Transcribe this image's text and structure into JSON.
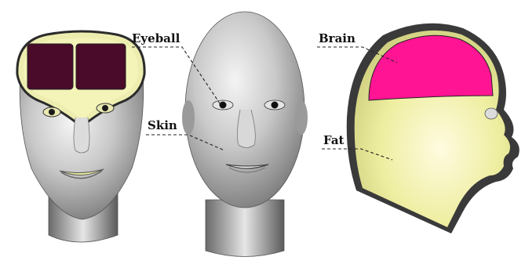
{
  "labels": {
    "eyeball": "Eyeball",
    "skin": "Skin",
    "brain": "Brain",
    "fat": "Fat"
  },
  "colors": {
    "skin_gray": "#bfbfbf",
    "fat_yellow": "#f2f2a8",
    "brain_magenta": "#ff1493",
    "brain_dark": "#4a0a2a",
    "outline": "#2b2b2b"
  }
}
